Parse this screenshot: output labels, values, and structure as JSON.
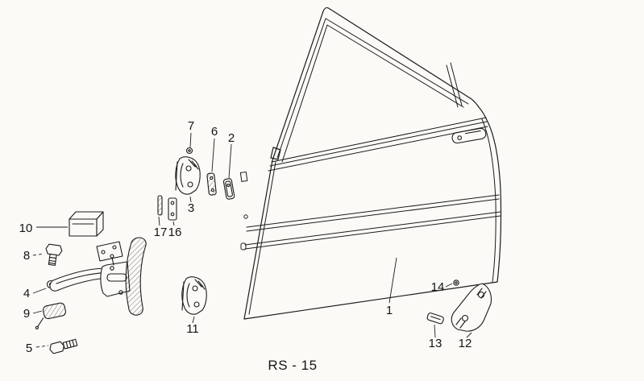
{
  "caption": "RS - 15",
  "colors": {
    "background": "#fbfaf7",
    "line": "#1c1c1c"
  },
  "labels": {
    "1": "1",
    "2": "2",
    "3": "3",
    "4": "4",
    "5": "5",
    "6": "6",
    "7": "7",
    "8": "8",
    "9": "9",
    "10": "10",
    "11": "11",
    "12": "12",
    "13": "13",
    "14": "14",
    "16": "16",
    "17": "17"
  }
}
